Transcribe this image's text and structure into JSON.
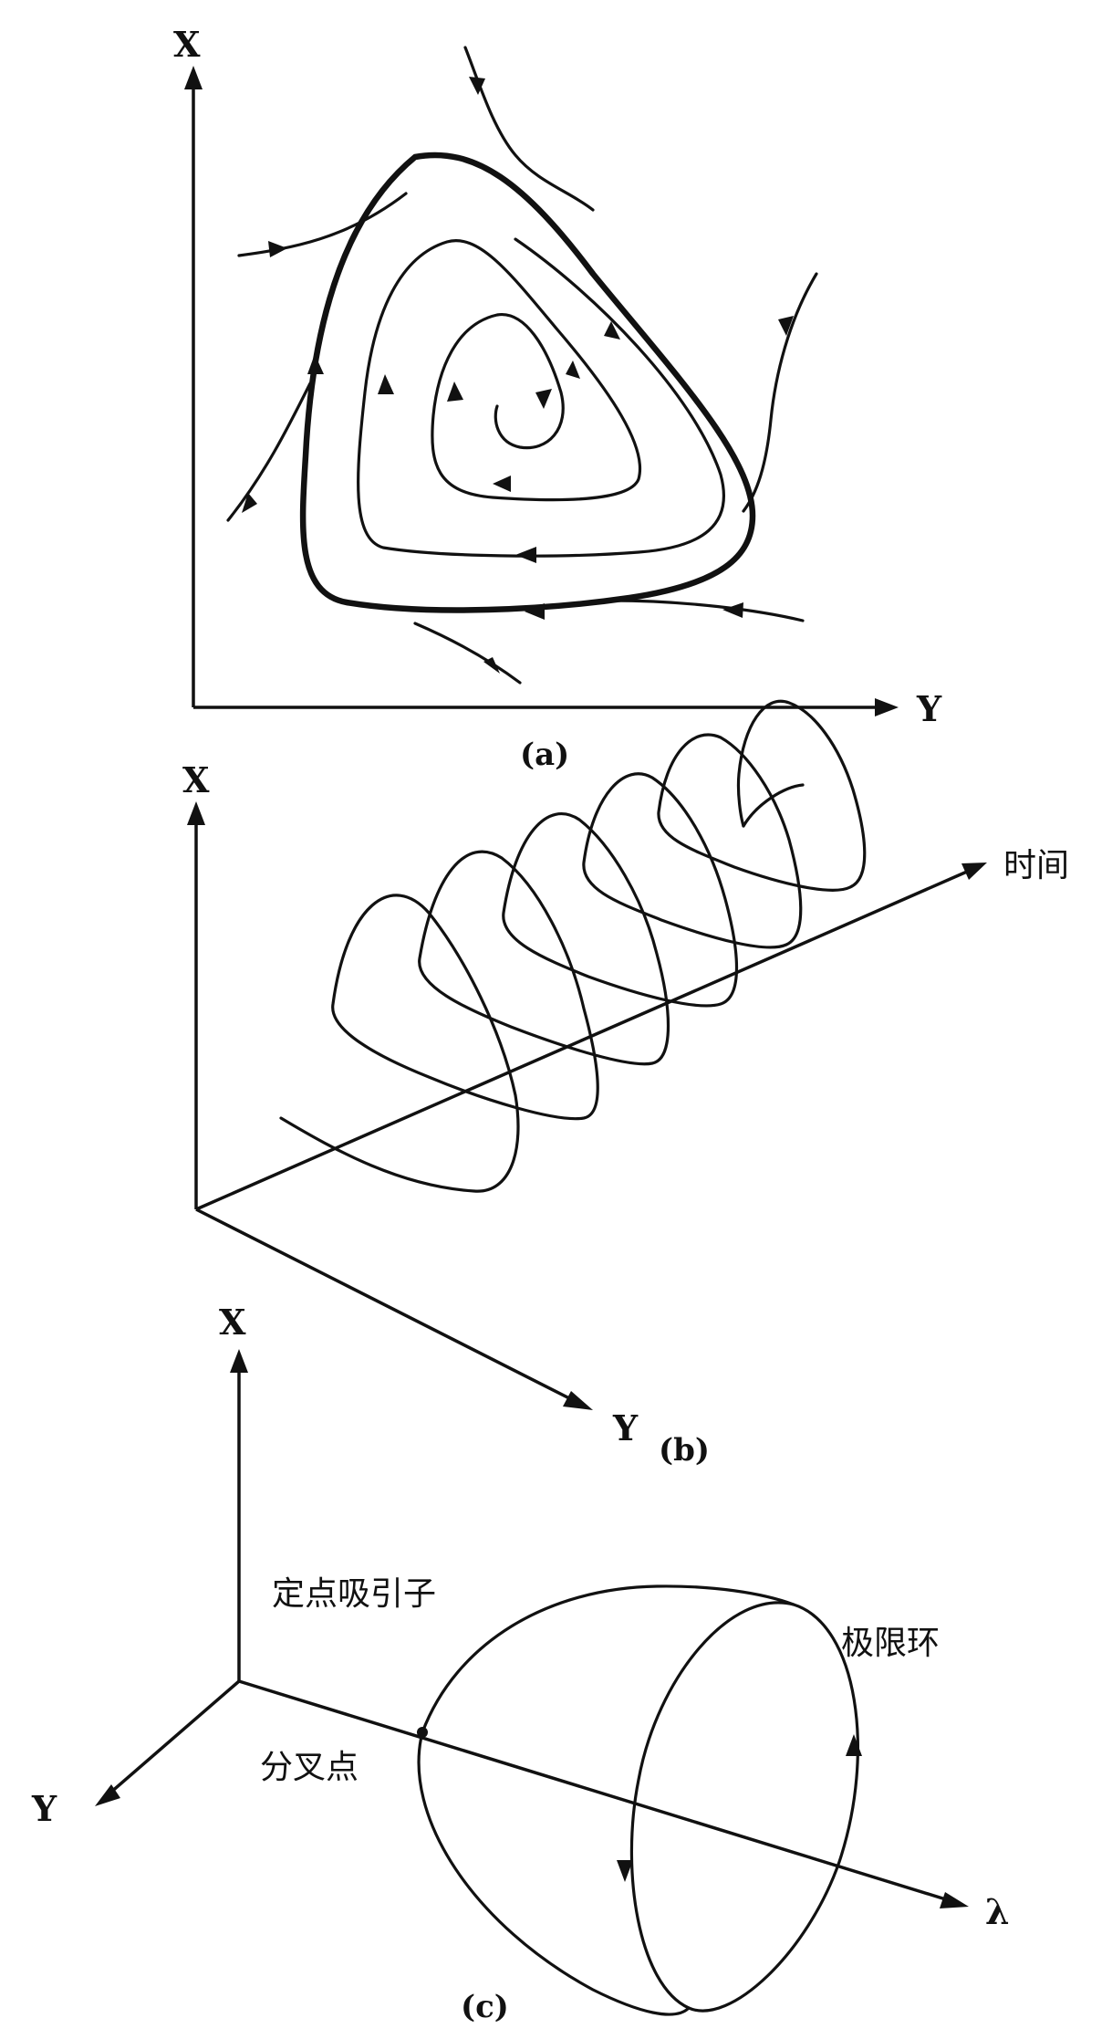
{
  "panel_a": {
    "caption": "(a)",
    "x_axis_label": "X",
    "y_axis_label": "Y"
  },
  "panel_b": {
    "caption": "(b)",
    "x_axis_label": "X",
    "y_axis_label": "Y",
    "time_axis_label": "时间"
  },
  "panel_c": {
    "caption": "(c)",
    "x_axis_label": "X",
    "y_axis_label": "Y",
    "lambda_axis_label": "λ",
    "fixed_point_attractor_label": "定点吸引子",
    "bifurcation_point_label": "分叉点",
    "limit_cycle_label": "极限环"
  }
}
